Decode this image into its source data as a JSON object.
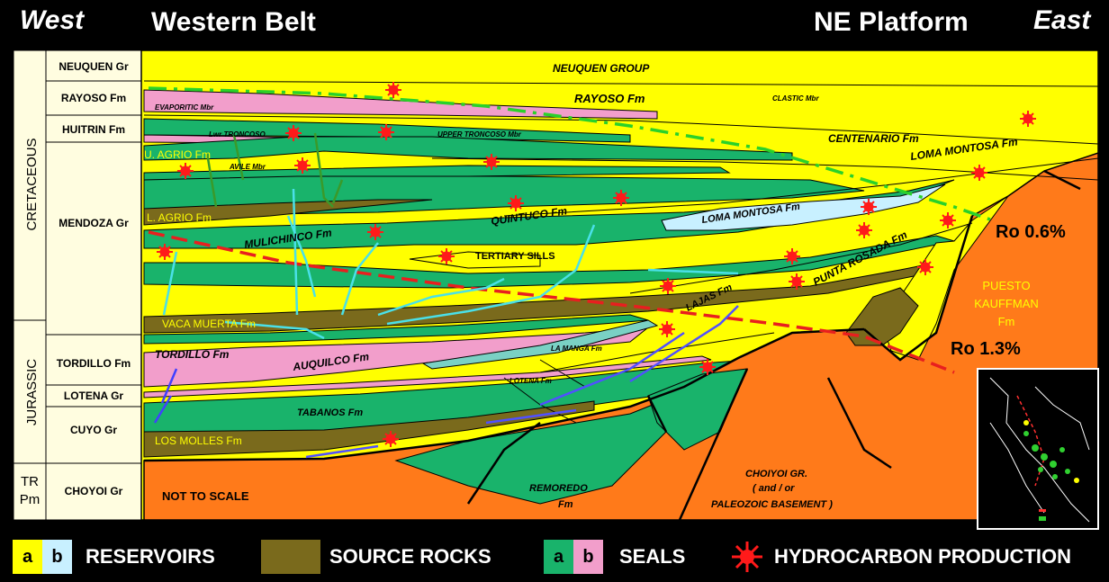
{
  "header": {
    "west": "West",
    "western_belt": "Western Belt",
    "ne_platform": "NE Platform",
    "east": "East"
  },
  "columns": {
    "periods": [
      {
        "label": "CRETACEOUS"
      },
      {
        "label": "JURASSIC"
      },
      {
        "label": "TR"
      },
      {
        "label": "Pm"
      }
    ],
    "units": [
      {
        "label": "NEUQUEN Gr"
      },
      {
        "label": "RAYOSO Fm"
      },
      {
        "label": "HUITRIN Fm"
      },
      {
        "label": "MENDOZA Gr"
      },
      {
        "label": "TORDILLO Fm"
      },
      {
        "label": "LOTENA Gr"
      },
      {
        "label": "CUYO Gr"
      },
      {
        "label": "CHOYOI Gr"
      }
    ]
  },
  "section_labels": {
    "neuquen_group": "NEUQUEN GROUP",
    "rayoso": "RAYOSO Fm",
    "evaporitic": "EVAPORITIC Mbr",
    "clastic": "CLASTIC Mbr",
    "lwr_troncoso": "Lwr TRONCOSO",
    "upper_troncoso": "UPPER TRONCOSO Mbr",
    "centenario": "CENTENARIO Fm",
    "loma_montosa_1": "LOMA MONTOSA Fm",
    "u_agrio": "U. AGRIO Fm",
    "avile": "AVILE Mbr",
    "l_agrio": "L. AGRIO Fm",
    "quintuco": "QUINTUCO Fm",
    "loma_montosa_2": "LOMA MONTOSA Fm",
    "mulichinco": "MULICHINCO Fm",
    "tertiary_sills": "TERTIARY SILLS",
    "punta_rosada": "PUNTA ROSADA Fm",
    "vaca_muerta": "VACA MUERTA Fm",
    "lajas": "LAJAS Fm",
    "tordillo": "TORDILLO Fm",
    "auquilco": "AUQUILCO Fm",
    "la_manga": "LA MANGA Fm",
    "lotena": "LOTENA Fm",
    "tabanos": "TABANOS Fm",
    "los_molles": "LOS MOLLES Fm",
    "remoredo_1": "REMOREDO",
    "remoredo_2": "Fm",
    "choiyoi_1": "CHOIYOI GR.",
    "choiyoi_2": "( and / or",
    "choiyoi_3": "PALEOZOIC BASEMENT )",
    "not_to_scale": "NOT TO SCALE",
    "puesto_1": "PUESTO",
    "puesto_2": "KAUFFMAN",
    "puesto_3": "Fm",
    "ro06": "Ro 0.6%",
    "ro13": "Ro 1.3%"
  },
  "legend": {
    "a": "a",
    "b": "b",
    "reservoirs": "RESERVOIRS",
    "source_rocks": "SOURCE ROCKS",
    "seals": "SEALS",
    "hc_production": "HYDROCARBON PRODUCTION"
  },
  "colors": {
    "reservoir_yellow": "#ffff00",
    "reservoir_lightblue": "#c8f0ff",
    "source_olive": "#7a6a1c",
    "seal_green": "#19b36b",
    "seal_pink": "#f29ecb",
    "basement_orange": "#ff7a1a",
    "hc_red": "#ff1a1a",
    "ro06_green": "#2ad12a",
    "ro13_red": "#e81f1f"
  }
}
